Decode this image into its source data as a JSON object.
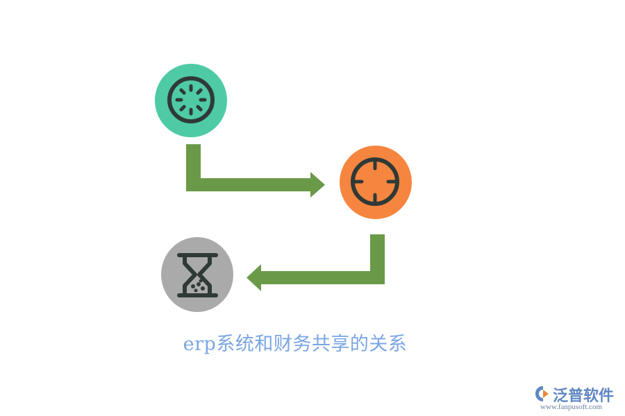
{
  "caption": "erp系统和财务共享的关系",
  "brand": {
    "name": "泛普软件",
    "url": "www.fanpusoft.com"
  },
  "diagram": {
    "nodes": [
      {
        "icon": "loading-spinner-icon",
        "color": "#4ecba5"
      },
      {
        "icon": "crosshair-icon",
        "color": "#f5853f"
      },
      {
        "icon": "hourglass-icon",
        "color": "#aaaaaa"
      }
    ],
    "arrow_color": "#6a9a48",
    "icon_stroke_color": "#2f3a36"
  }
}
